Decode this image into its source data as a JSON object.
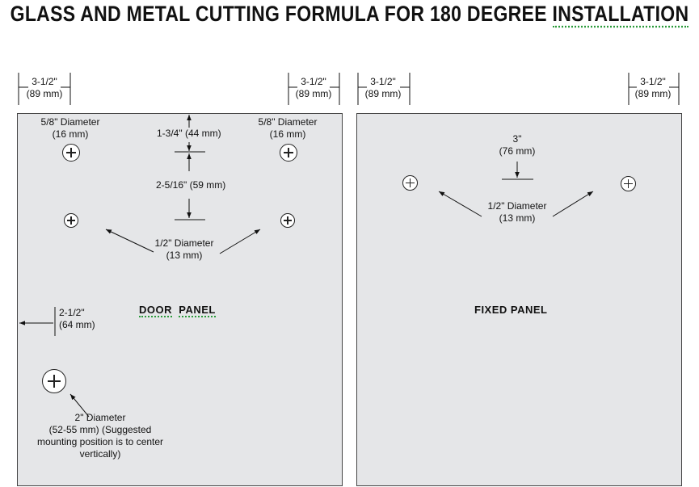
{
  "title": {
    "main": "GLASS AND METAL CUTTING FORMULA  FOR 180 DEGREE ",
    "last_word": "INSTALLATION"
  },
  "offsets": {
    "in": "3-1/2\"",
    "mm": "(89  mm)"
  },
  "door_panel": {
    "label_word1": "DOOR",
    "label_word2": "PANEL",
    "top_hole_diameter_in": "5/8\" Diameter",
    "top_hole_diameter_mm": "(16 mm)",
    "top_offset": "1-3/4\"  (44  mm)",
    "spacing": "2-5/16\"  (59  mm)",
    "small_hole_diameter_in": "1/2\" Diameter",
    "small_hole_diameter_mm": "(13 mm)",
    "edge_offset_in": "2-1/2\"",
    "edge_offset_mm": "(64  mm)",
    "large_hole_line1": "2\" Diameter",
    "large_hole_line2": "(52-55  mm) (Suggested",
    "large_hole_line3": "mounting position is to center",
    "large_hole_line4": "vertically)"
  },
  "fixed_panel": {
    "label": "FIXED  PANEL",
    "top_offset_in": "3\"",
    "top_offset_mm": "(76  mm)",
    "hole_diameter_in": "1/2\" Diameter",
    "hole_diameter_mm": "(13 mm)"
  }
}
